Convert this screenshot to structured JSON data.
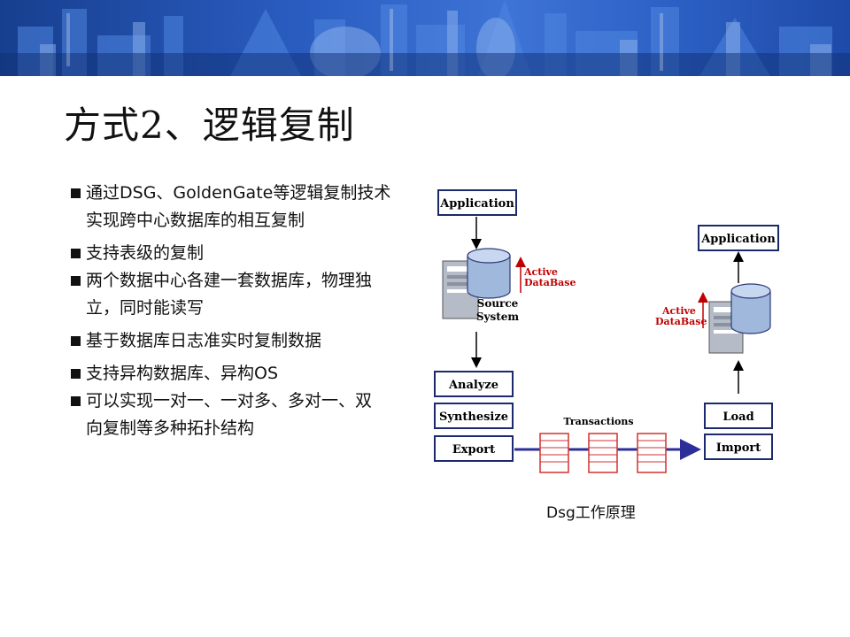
{
  "slide": {
    "title": "方式2、逻辑复制",
    "bullets": [
      "通过DSG、GoldenGate等逻辑复制技术实现跨中心数据库的相互复制",
      "支持表级的复制",
      "两个数据中心各建一套数据库，物理独立，同时能读写",
      "基于数据库日志准实时复制数据",
      "支持异构数据库、异构OS",
      "可以实现一对一、一对多、多对一、双向复制等多种拓扑结构"
    ],
    "bullet_lines": [
      [
        "通过DSG、GoldenGate等逻辑复制技术",
        "实现跨中心数据库的相互复制"
      ],
      [
        "支持表级的复制"
      ],
      [
        "两个数据中心各建一套数据库，物理独",
        "立，同时能读写"
      ],
      [
        "基于数据库日志准实时复制数据"
      ],
      [
        "支持异构数据库、异构OS"
      ],
      [
        "可以实现一对一、一对多、多对一、双",
        "向复制等多种拓扑结构"
      ]
    ]
  },
  "diagram": {
    "source_application": "Application",
    "target_application": "Application",
    "source_system_line1": "Source",
    "source_system_line2": "System",
    "active_db_left_line1": "Active",
    "active_db_left_line2": "DataBase",
    "active_db_right_line1": "Active",
    "active_db_right_line2": "DataBase",
    "analyze": "Analyze",
    "synthesize": "Synthesize",
    "export": "Export",
    "transactions": "Transactions",
    "load": "Load",
    "import": "Import",
    "caption": "Dsg工作原理"
  },
  "colors": {
    "banner_blue": "#2a5cc0",
    "box_border": "#1a2a6c",
    "active_red": "#c00000",
    "flow_arrow": "#2c2f9a",
    "ledger_red": "#d33030",
    "db_blue": "#9fb8dc"
  }
}
